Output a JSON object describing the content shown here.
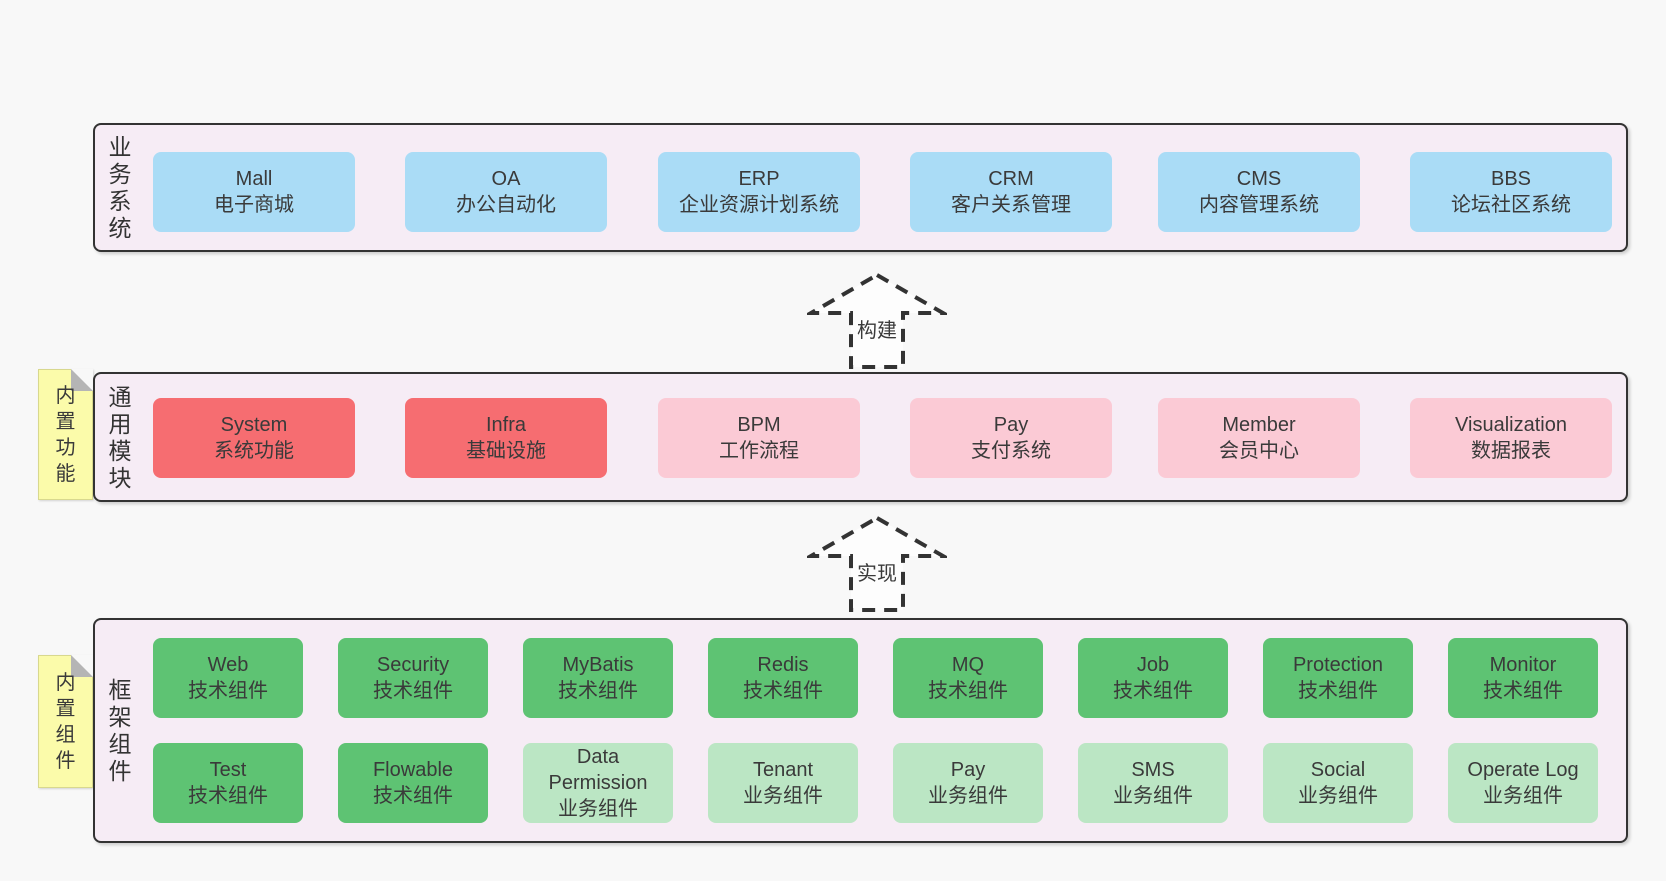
{
  "colors": {
    "page_bg": "#f8f8f8",
    "panel_bg": "#f6ecf5",
    "panel_border": "#333333",
    "blue": "#aadcf6",
    "red": "#f66d71",
    "pink": "#fbcad5",
    "green_dark": "#5ec373",
    "green_light": "#bbe6c4",
    "sticky_yellow": "#fbfbaa",
    "sticky_fold": "#b5b5b5",
    "dash": "#333333",
    "arrow_fill": "#fdfdfd"
  },
  "bands": [
    {
      "label": "业务系统",
      "boxes": [
        {
          "name": "Mall",
          "desc": "电子商城"
        },
        {
          "name": "OA",
          "desc": "办公自动化"
        },
        {
          "name": "ERP",
          "desc": "企业资源计划系统"
        },
        {
          "name": "CRM",
          "desc": "客户关系管理"
        },
        {
          "name": "CMS",
          "desc": "内容管理系统"
        },
        {
          "name": "BBS",
          "desc": "论坛社区系统"
        }
      ]
    },
    {
      "label": "通用模块",
      "sticky": "内置功能",
      "boxes": [
        {
          "name": "System",
          "desc": "系统功能"
        },
        {
          "name": "Infra",
          "desc": "基础设施"
        },
        {
          "name": "BPM",
          "desc": "工作流程"
        },
        {
          "name": "Pay",
          "desc": "支付系统"
        },
        {
          "name": "Member",
          "desc": "会员中心"
        },
        {
          "name": "Visualization",
          "desc": "数据报表"
        }
      ]
    },
    {
      "label": "框架组件",
      "sticky": "内置组件",
      "rows": [
        [
          {
            "name": "Web",
            "desc": "技术组件"
          },
          {
            "name": "Security",
            "desc": "技术组件"
          },
          {
            "name": "MyBatis",
            "desc": "技术组件"
          },
          {
            "name": "Redis",
            "desc": "技术组件"
          },
          {
            "name": "MQ",
            "desc": "技术组件"
          },
          {
            "name": "Job",
            "desc": "技术组件"
          },
          {
            "name": "Protection",
            "desc": "技术组件"
          },
          {
            "name": "Monitor",
            "desc": "技术组件"
          }
        ],
        [
          {
            "name": "Test",
            "desc": "技术组件"
          },
          {
            "name": "Flowable",
            "desc": "技术组件"
          },
          {
            "name": "Data Permission",
            "desc": "业务组件"
          },
          {
            "name": "Tenant",
            "desc": "业务组件"
          },
          {
            "name": "Pay",
            "desc": "业务组件"
          },
          {
            "name": "SMS",
            "desc": "业务组件"
          },
          {
            "name": "Social",
            "desc": "业务组件"
          },
          {
            "name": "Operate Log",
            "desc": "业务组件"
          }
        ]
      ]
    }
  ],
  "arrows": [
    {
      "label": "构建"
    },
    {
      "label": "实现"
    }
  ]
}
